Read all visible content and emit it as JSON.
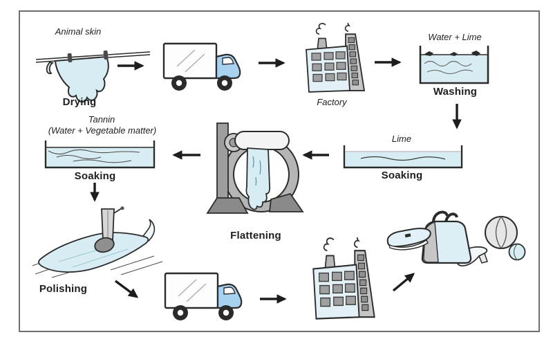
{
  "diagram": {
    "subject": "leather production process flow",
    "stages": {
      "drying": {
        "material": "Animal skin",
        "process": "Drying"
      },
      "factory_first": {
        "label": "Factory"
      },
      "washing": {
        "solution": "Water + Lime",
        "process": "Washing"
      },
      "soaking_lime": {
        "solution": "Lime",
        "process": "Soaking"
      },
      "flattening": {
        "process": "Flattening"
      },
      "soaking_tannin": {
        "solution_line1": "Tannin",
        "solution_line2": "(Water + Vegetable matter)",
        "process": "Soaking"
      },
      "polishing": {
        "process": "Polishing"
      }
    },
    "icons": {
      "drying": "hanging-animal-skin-on-clothesline",
      "transport_1": "delivery-truck",
      "factory_1": "factory-building-with-chimneys",
      "washing": "tank-with-floating-skins",
      "soaking_lime": "wide-shallow-tank",
      "flattening": "roller-press-machine",
      "soaking_tannin": "tank-with-soaking-skins",
      "polishing": "polishing-machine-on-flat-hide",
      "transport_2": "delivery-truck",
      "factory_2": "factory-building-with-chimneys",
      "products": "leather-goods-shoe-bag-heel-balls"
    },
    "flow_sequence": [
      "drying",
      "transport_1",
      "factory_1",
      "washing",
      "soaking_lime",
      "flattening",
      "soaking_tannin",
      "polishing",
      "transport_2",
      "factory_2",
      "products"
    ],
    "colors": {
      "pale_blue": "#d8edf3",
      "factory_wall_blue": "#e3f1f7",
      "truck_cab_blue": "#a6d2ef",
      "machine_gray": "#b5b5b5",
      "outline": "#2b2b2b",
      "arrow": "#1d1d1d",
      "border": "#6f6f6f"
    }
  }
}
